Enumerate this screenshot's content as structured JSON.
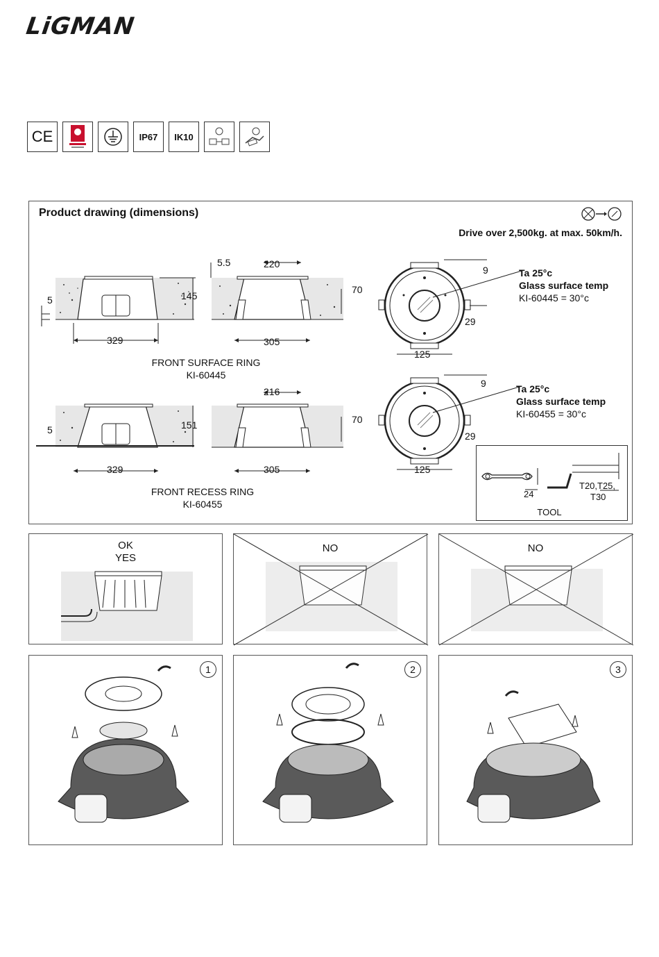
{
  "brand": {
    "logo_text": "LiGMAN"
  },
  "certifications": [
    {
      "name": "ce-mark-icon",
      "label": "CE"
    },
    {
      "name": "quality-seal-icon",
      "label": ""
    },
    {
      "name": "earth-ground-icon",
      "label": ""
    },
    {
      "name": "ip-rating-badge",
      "label": "IP67"
    },
    {
      "name": "ik-rating-badge",
      "label": "IK10"
    },
    {
      "name": "driver-icon",
      "label": ""
    },
    {
      "name": "maintenance-icon",
      "label": ""
    }
  ],
  "drawing": {
    "title": "Product drawing (dimensions)",
    "drive_note": "Drive over 2,500kg. at max. 50km/h.",
    "surface": {
      "name": "FRONT SURFACE RING",
      "code": "KI-60445",
      "dims": {
        "d5": "5",
        "d145": "145",
        "d329": "329",
        "d5_5": "5.5",
        "d220": "220",
        "d70": "70",
        "d305": "305",
        "d9": "9",
        "d29": "29",
        "d125": "125"
      },
      "ta": "Ta 25°c",
      "glass": "Glass surface temp",
      "temp": "KI-60445 = 30°c"
    },
    "recess": {
      "name": "FRONT RECESS RING",
      "code": "KI-60455",
      "dims": {
        "d5": "5",
        "d151": "151",
        "d329": "329",
        "d216": "216",
        "d70": "70",
        "d305": "305",
        "d9": "9",
        "d29": "29",
        "d125": "125"
      },
      "ta": "Ta 25°c",
      "glass": "Glass surface temp",
      "temp": "KI-60455 = 30°c"
    },
    "tool": {
      "label": "TOOL",
      "wrench_size": "24",
      "torx_line1": "T20,T25,",
      "torx_line2": "T30"
    }
  },
  "installation": [
    {
      "line1": "OK",
      "line2": "YES"
    },
    {
      "line1": "NO",
      "line2": ""
    },
    {
      "line1": "NO",
      "line2": ""
    }
  ],
  "steps": [
    "1",
    "2",
    "3"
  ]
}
